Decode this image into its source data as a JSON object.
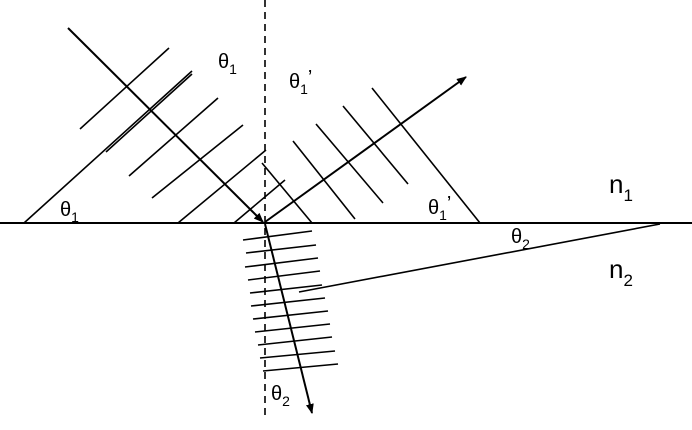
{
  "labels": {
    "theta": "θ",
    "prime": "’",
    "n": "n",
    "one": "1",
    "two": "2"
  },
  "media": {
    "upper": "n1",
    "lower": "n2"
  },
  "colors": {
    "stroke": "#000000",
    "background": "#ffffff"
  }
}
